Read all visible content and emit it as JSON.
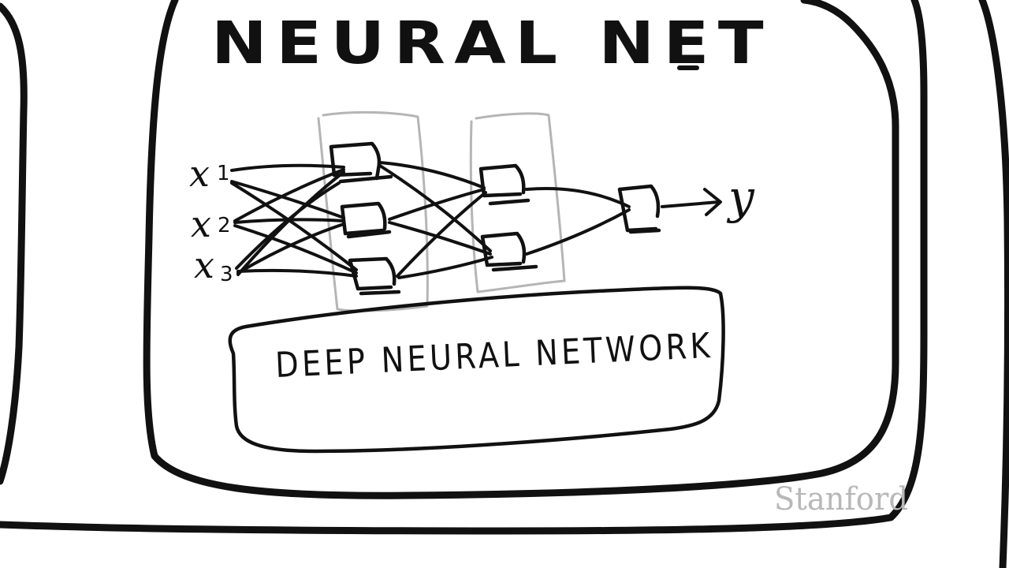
{
  "title": "NEURAL NET",
  "network_label": "DEEP NEURAL NETWORK",
  "inputs": [
    {
      "var": "x",
      "sub": "1"
    },
    {
      "var": "x",
      "sub": "2"
    },
    {
      "var": "x",
      "sub": "3"
    }
  ],
  "output": "y",
  "watermark": "Stanford",
  "colors": {
    "ink": "#111111",
    "layer_box": "#b5b5b5",
    "watermark": "#b8b8b8",
    "background": "#ffffff"
  }
}
